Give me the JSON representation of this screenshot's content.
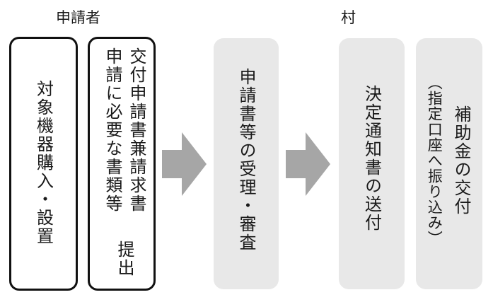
{
  "groups": {
    "applicant": "申請者",
    "village": "村"
  },
  "steps": {
    "purchase": "対象機器購入・設置",
    "submit_line1": "交付申請書兼請求書",
    "submit_line2": "申請に必要な書類等",
    "submit_action": "提出",
    "review": "申請書等の受理・審査",
    "notice": "決定通知書の送付",
    "grant_main": "補助金の交付",
    "grant_note": "（指定口座へ振り込み）"
  },
  "colors": {
    "arrow": "#a6a6a6",
    "panel": "#e8e8e8",
    "border": "#111111"
  }
}
